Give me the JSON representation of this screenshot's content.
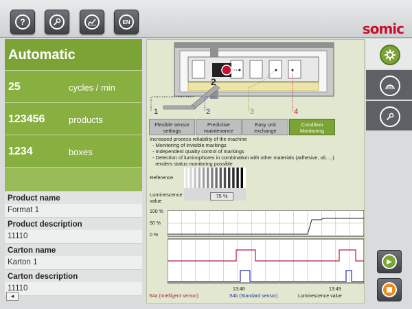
{
  "header": {
    "buttons": [
      {
        "name": "help-button",
        "glyph": "?"
      },
      {
        "name": "service-button",
        "glyph": "⚲"
      },
      {
        "name": "statistics-button",
        "glyph": "∿"
      },
      {
        "name": "language-button",
        "glyph": "EN"
      }
    ],
    "brand": "somic"
  },
  "status": {
    "mode": "Automatic",
    "rows": [
      {
        "value": "25",
        "unit": "cycles / min"
      },
      {
        "value": "123456",
        "unit": "products"
      },
      {
        "value": "1234",
        "unit": "boxes"
      }
    ]
  },
  "info": [
    {
      "label": "Product name",
      "value": "Format 1"
    },
    {
      "label": "Product description",
      "value": "11110"
    },
    {
      "label": "Carton name",
      "value": "Karton 1"
    },
    {
      "label": "Carton description",
      "value": "11110"
    }
  ],
  "back_label": "◂",
  "diagram": {
    "callouts": [
      "1",
      "2",
      "3",
      "4"
    ],
    "callout_colors": [
      "#222222",
      "#2436a8",
      "#7ba336",
      "#c8102e"
    ]
  },
  "tabs": [
    {
      "label": "Flexible sensor settings"
    },
    {
      "label": "Predictive maintenance"
    },
    {
      "label": "Easy unit exchange"
    },
    {
      "label": "Condition Monitoring",
      "active": true
    }
  ],
  "description": [
    "Increased process reliability of the machine",
    "  - Monitoring of invisible markings",
    "  - Independent quality control of markings",
    "  - Detection of luminophores in combination with other materials (adhesive, oil, ...)",
    "    renders status monitoring possible"
  ],
  "reference_label": "Reference",
  "luminescence_label": "Luminescence value",
  "luminescence_percent": "75 %",
  "luminescence_value": 75,
  "chart": {
    "y_ticks": [
      "100 %",
      "50 %",
      "0 %"
    ],
    "time_labels": [
      "13:48",
      "13:49"
    ],
    "legend": [
      {
        "label": "S4a  (Intelligent sensor)",
        "color": "#b01c3a"
      },
      {
        "label": "S4b  (Standard sensor)",
        "color": "#1f2fa8"
      },
      {
        "label": "Luminescence value",
        "color": "#222222"
      }
    ]
  },
  "colors": {
    "accent": "#7ba336",
    "brand": "#c8102e",
    "stop": "#f08a1c"
  }
}
